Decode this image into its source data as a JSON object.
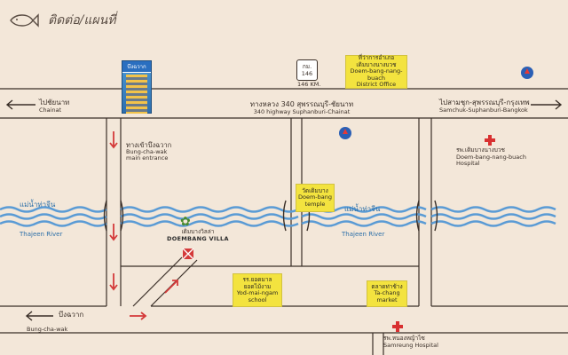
{
  "header": {
    "title": "ติดต่อ/แผนที่"
  },
  "colors": {
    "road": "#ffffff",
    "road_edge": "#3a2f28",
    "river": "#5a9bd5",
    "arrow": "#d43a3a",
    "badge": "#f3e33f",
    "background": "#f3e7d9"
  },
  "highway": {
    "label_th": "ทางหลวง 340 สุพรรณบุรี-ชัยนาท",
    "label_en": "340 highway Suphanburi-Chainat",
    "km_marker": {
      "top": "กม.",
      "num": "146",
      "caption": "146 KM."
    }
  },
  "directions": {
    "left_top": {
      "th": "ไปชัยนาท",
      "en": "Chainat"
    },
    "right_top": {
      "th": "ไปสามชุก-สุพรรณบุรี-กรุงเทพ",
      "en": "Samchuk-Suphanburi-Bangkok"
    },
    "left_bottom": {
      "th": "บึงฉวาก",
      "en": "Bung-cha-wak"
    }
  },
  "river": {
    "th": "แม่น้ำท่าจีน",
    "en": "Thajeen River"
  },
  "places": {
    "entrance": {
      "th": "ทางเข้าบึงฉวาก",
      "en1": "Bung-cha-wak",
      "en2": "main entrance"
    },
    "building_sign": "บึงฉวาก",
    "villa": {
      "th": "เดิมบางวิลล่า",
      "en": "DOEMBANG VILLA"
    },
    "district_office": {
      "th1": "ที่ว่าการอำเภอ",
      "th2": "เดิมบางนางบวช",
      "en1": "Doem-bang-nang-buach",
      "en2": "District Office"
    },
    "temple": {
      "th": "วัดเดิมบาง",
      "en1": "Doem-bang",
      "en2": "temple"
    },
    "school": {
      "th1": "รร.ยอดมาล",
      "th2": "ยอดไม้งาม",
      "en1": "Yod-mai-ngam",
      "en2": "school"
    },
    "market": {
      "th": "ตลาดท่าช้าง",
      "en1": "Ta-chang",
      "en2": "market"
    },
    "hospital_top": {
      "th": "รพ.เดิมบางนางบวช",
      "en1": "Doem-bang-nang-buach",
      "en2": "Hospital"
    },
    "hospital_bottom": {
      "th": "รพ.หนองหญ้าไซ",
      "en1": "Samreung Hospital"
    }
  }
}
